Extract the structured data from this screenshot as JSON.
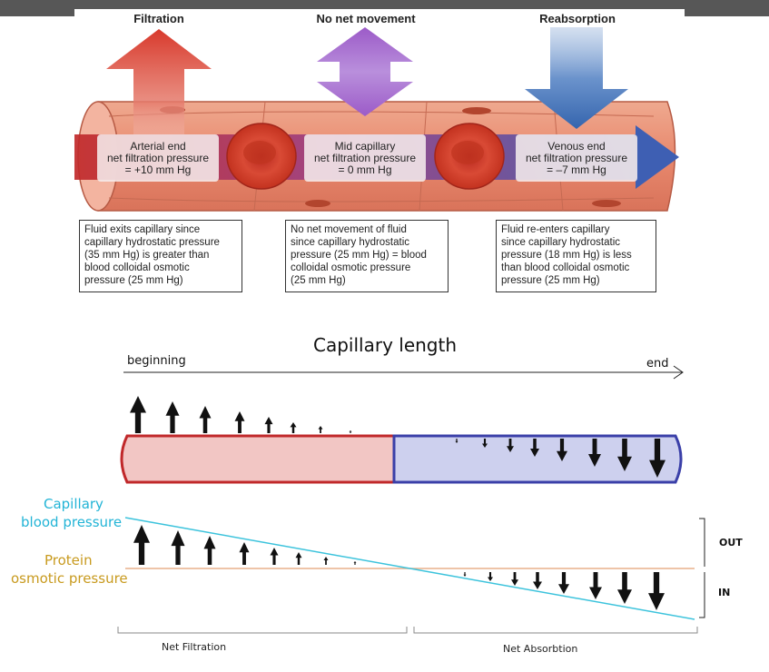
{
  "top_diagram": {
    "headings": [
      "Filtration",
      "No net movement",
      "Reabsorption"
    ],
    "pressure_boxes": [
      [
        "Arterial end",
        "net filtration pressure",
        "= +10 mm Hg"
      ],
      [
        "Mid capillary",
        "net filtration pressure",
        "= 0 mm Hg"
      ],
      [
        "Venous end",
        "net filtration pressure",
        "= –7 mm Hg"
      ]
    ],
    "captions": [
      [
        "Fluid exits capillary since",
        "capillary hydrostatic pressure",
        "(35 mm Hg) is greater than",
        "blood colloidal osmotic",
        "pressure (25 mm Hg)"
      ],
      [
        "No net movement of fluid",
        "since capillary hydrostatic",
        "pressure (25 mm Hg) = blood",
        "colloidal osmotic pressure",
        "(25 mm Hg)"
      ],
      [
        "Fluid re-enters capillary",
        "since capillary hydrostatic",
        "pressure (18 mm Hg) is less",
        "than blood colloidal osmotic",
        "pressure (25 mm Hg)"
      ]
    ],
    "colors": {
      "filtration": "#d23a2a",
      "no_net": "#9b59c7",
      "reabsorption": "#3b6fb6",
      "vessel": "#e8927a"
    }
  },
  "bottom_diagram": {
    "title": "Capillary length",
    "beginning_label": "beginning",
    "end_label": "end",
    "capillary_bp_label": [
      "Capillary",
      "blood pressure"
    ],
    "protein_op_label": [
      "Protein",
      "osmotic pressure"
    ],
    "out_label": "OUT",
    "in_label": "IN",
    "net_filtration_label": "Net Filtration",
    "net_absorption_label": "Net Absorbtion",
    "colors": {
      "arterial_fill": "#f2c6c4",
      "arterial_border": "#c0282a",
      "venous_fill": "#cdd0ee",
      "venous_border": "#3a3fa8",
      "bp_line": "#3cc3dc",
      "op_line": "#e8b08c",
      "bp_label": "#22b4d6",
      "op_label": "#c89a1e"
    }
  }
}
